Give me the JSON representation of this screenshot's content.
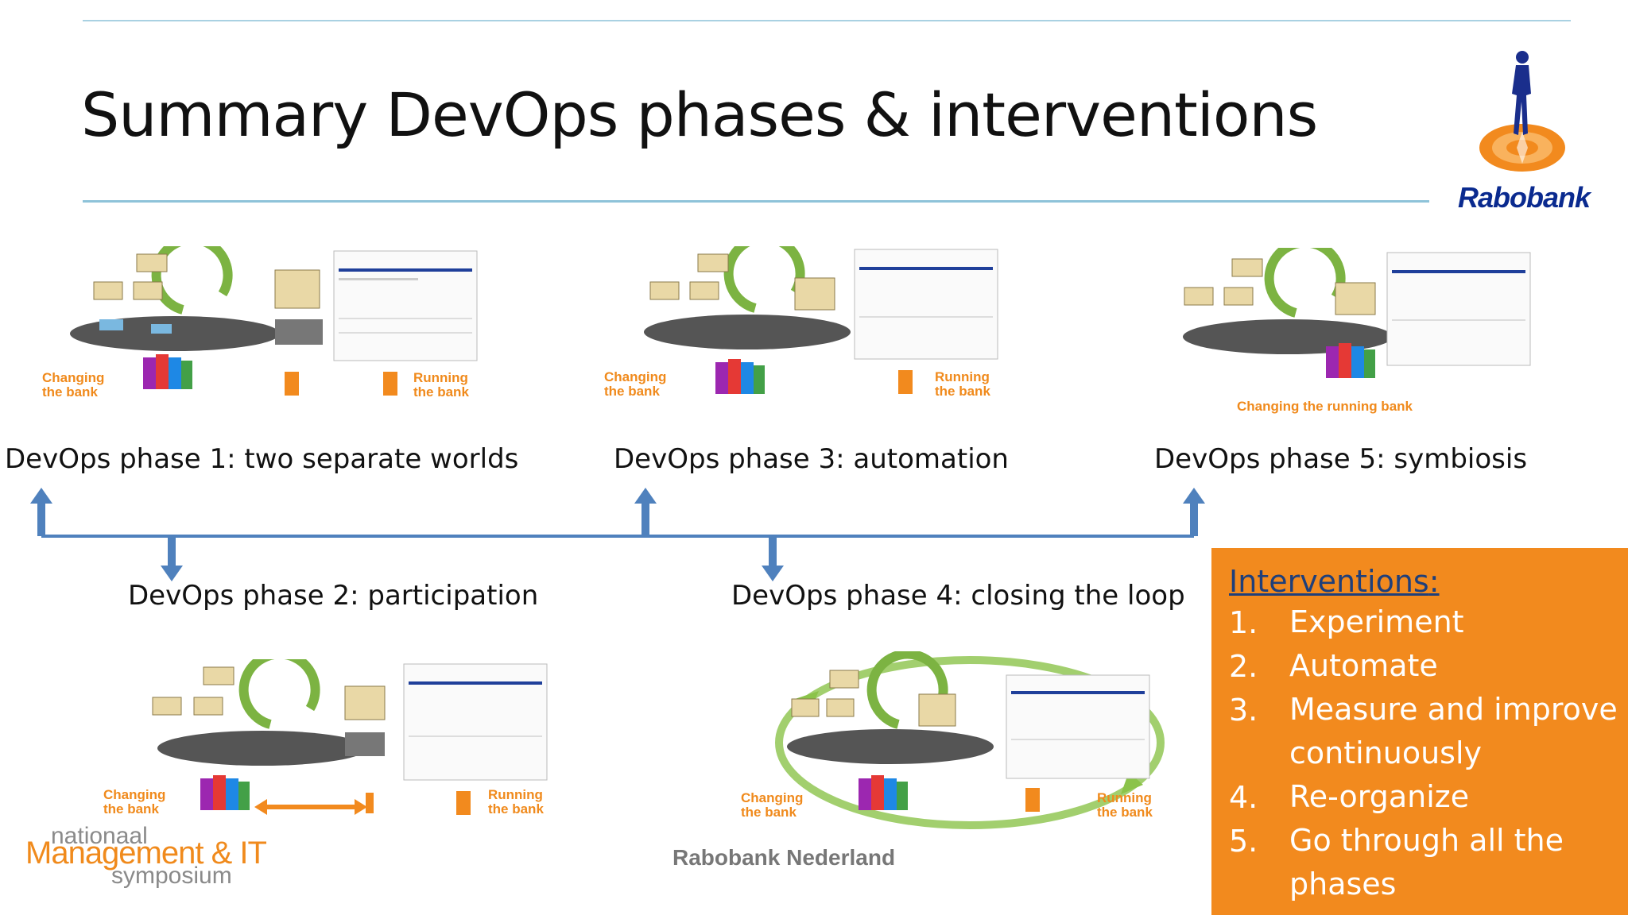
{
  "slide": {
    "title": "Summary DevOps phases & interventions",
    "brand": "Rabobank",
    "footer": "Rabobank Nederland"
  },
  "phases": [
    {
      "label": "DevOps phase 1: two separate worlds"
    },
    {
      "label": "DevOps phase 2: participation"
    },
    {
      "label": "DevOps phase 3: automation"
    },
    {
      "label": "DevOps phase 4: closing the loop"
    },
    {
      "label": "DevOps phase 5: symbiosis"
    }
  ],
  "illustration_labels": {
    "changing": "Changing\nthe bank",
    "running": "Running\nthe bank",
    "changing_running": "Changing the running bank"
  },
  "interventions": {
    "title": "Interventions",
    "items": [
      {
        "num": "1.",
        "text": "Experiment"
      },
      {
        "num": "2.",
        "text": "Automate"
      },
      {
        "num": "3.",
        "text": "Measure and improve continuously"
      },
      {
        "num": "4.",
        "text": "Re-organize"
      },
      {
        "num": "5.",
        "text": "Go through all the phases"
      }
    ]
  },
  "symposium": {
    "line1": "nationaal",
    "line2": "Management & IT",
    "line3": "symposium"
  },
  "colors": {
    "accent_orange": "#f28a1e",
    "arrow_blue": "#4f81bd",
    "brand_blue": "#0a2a8f",
    "rule_blue": "#8ec3d9"
  }
}
